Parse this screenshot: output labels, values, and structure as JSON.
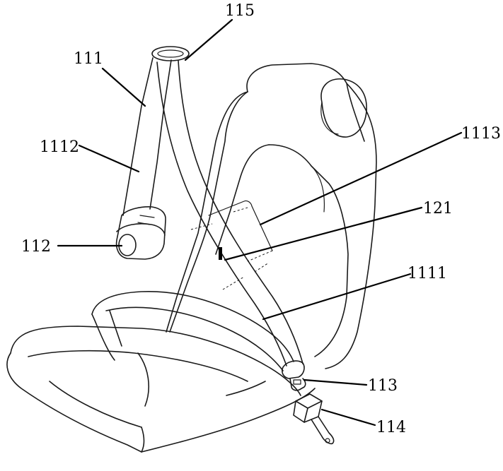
{
  "figure": {
    "background": "#ffffff",
    "line_color": "#1a1a1a"
  },
  "labels": {
    "belt_assembly": "111",
    "upper_belt": "1112",
    "retractor": "112",
    "shoulder_guide": "115",
    "sensor_region": "1113",
    "sensor": "121",
    "lap_belt": "1111",
    "tongue": "113",
    "buckle": "114"
  }
}
